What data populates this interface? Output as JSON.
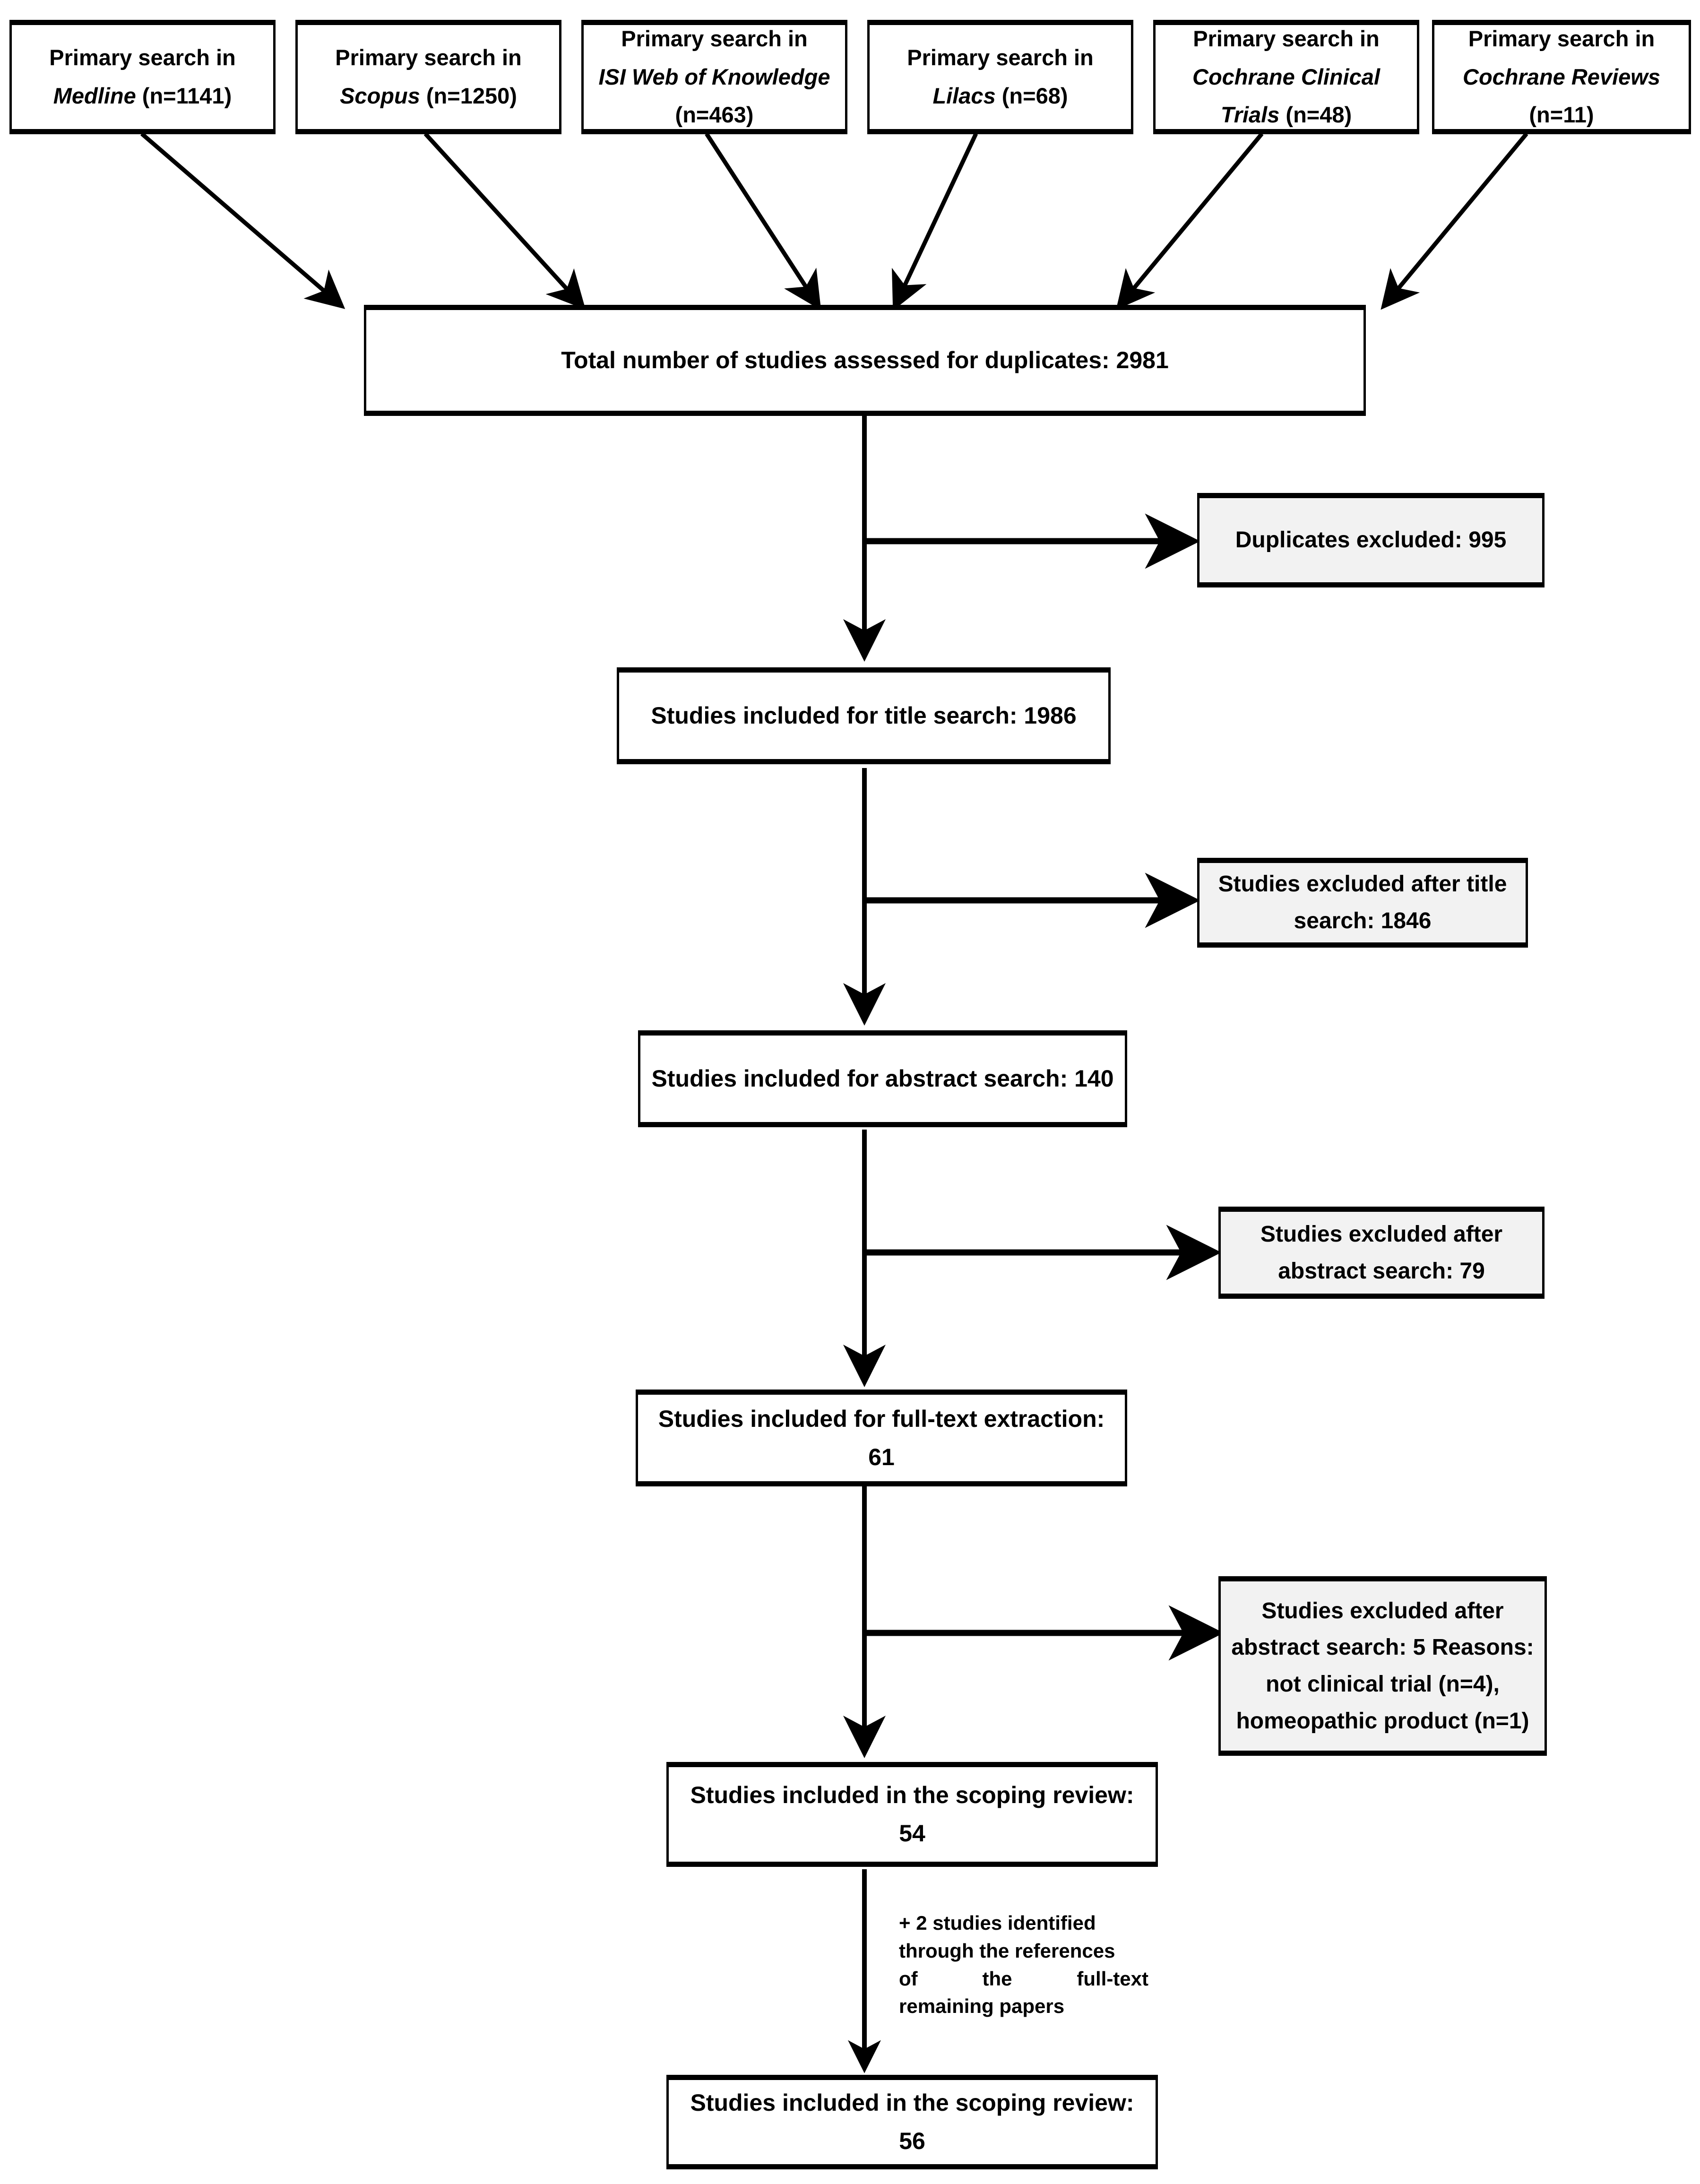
{
  "diagram": {
    "type": "prisma-flow-diagram",
    "title": "PRISMA study selection flow",
    "colors": {
      "box_border": "#000000",
      "box_fill": "#ffffff",
      "excluded_box_fill": "#f2f2f2",
      "arrow": "#000000",
      "text": "#000000"
    }
  },
  "sources": [
    {
      "id": "medline",
      "line1": "Primary search in",
      "database": "Medline",
      "count": "(n=1141)",
      "line2_suffix": " (n=1141)"
    },
    {
      "id": "scopus",
      "line1": "Primary search in",
      "database": "Scopus",
      "count": "(n=1250)",
      "line2_suffix": " (n=1250)"
    },
    {
      "id": "isi",
      "line1": "Primary search in",
      "database": "ISI Web of Knowledge",
      "count": "(n=463)",
      "line2_suffix": " (n=463)"
    },
    {
      "id": "lilacs",
      "line1": "Primary search in",
      "database": "Lilacs",
      "count": "(n=68)",
      "line2_suffix": " (n=68)"
    },
    {
      "id": "cochrane-trials",
      "line1": "Primary search in",
      "database": "Cochrane Clinical Trials",
      "count": "(n=48)",
      "line2_suffix": " (n=48)"
    },
    {
      "id": "cochrane-reviews",
      "line1": "Primary search in",
      "database": "Cochrane Reviews",
      "count": "(n=11)",
      "line2_suffix": " (n=11)"
    }
  ],
  "flow": {
    "duplicates_assessed": "Total number of studies assessed for duplicates: 2981",
    "title_search": "Studies included for title search: 1986",
    "abstract_search": "Studies included for abstract search: 140",
    "full_text": "Studies included for full-text extraction: 61",
    "scoping_review_54": "Studies included in the scoping review: 54",
    "scoping_review_56": "Studies included in the scoping review: 56"
  },
  "exclusions": {
    "duplicates": "Duplicates excluded: 995",
    "after_title": "Studies excluded after title search: 1846",
    "after_abstract": "Studies excluded after abstract search: 79",
    "after_fulltext_line1": "Studies excluded after abstract search: 5",
    "after_fulltext_line2": "Reasons: not clinical trial (n=4), homeopathic product (n=1)"
  },
  "annotation": {
    "line1": "+ 2 studies identified",
    "line2": "through the references",
    "line3": "of the full-text",
    "line4": "remaining papers",
    "full": "+ 2 studies identified through the references of the full-text remaining papers"
  },
  "chart_data": {
    "type": "table",
    "title": "PRISMA study selection counts",
    "categories": [
      "Medline",
      "Scopus",
      "ISI Web of Knowledge",
      "Lilacs",
      "Cochrane Clinical Trials",
      "Cochrane Reviews",
      "Total assessed for duplicates",
      "Duplicates excluded",
      "Included for title search",
      "Excluded after title search",
      "Included for abstract search",
      "Excluded after abstract search",
      "Included for full-text extraction",
      "Excluded after full-text (abstract search)",
      "Included in scoping review",
      "Additional from references",
      "Final included in scoping review"
    ],
    "values": [
      1141,
      1250,
      463,
      68,
      48,
      11,
      2981,
      995,
      1986,
      1846,
      140,
      79,
      61,
      5,
      54,
      2,
      56
    ]
  }
}
